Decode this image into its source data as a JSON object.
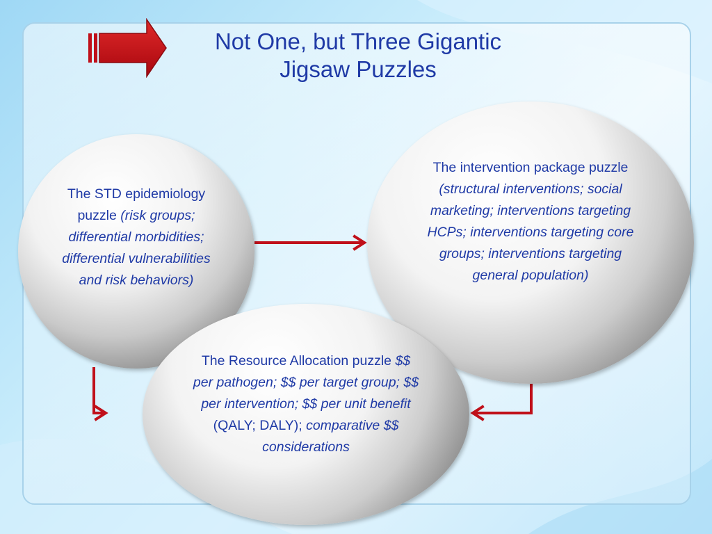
{
  "title": {
    "line1": "Not One, but Three Gigantic",
    "line2": "Jigsaw Puzzles"
  },
  "puzzles": {
    "std": {
      "lead": "The STD epidemiology puzzle",
      "detail": "(risk groups; differential morbidities; differential vulnerabilities and risk behaviors)"
    },
    "intervention": {
      "lead": "The intervention package puzzle",
      "detail": "(structural interventions; social marketing; interventions targeting HCPs; interventions targeting core groups; interventions targeting general population)"
    },
    "resource": {
      "lead": "The Resource Allocation puzzle",
      "detail": "$$ per pathogen; $$ per target group; $$ per intervention; $$ per unit benefit",
      "detail_plain": "(QALY; DALY);",
      "detail_tail": "comparative $$ considerations"
    }
  },
  "colors": {
    "title": "#1f3aa6",
    "text": "#1f3aa6",
    "arrow": "#c0101a",
    "panel_border": "#a8d2ea"
  },
  "icons": {
    "title_arrow": "block-arrow-right-icon",
    "connector": "elbow-arrow-icon"
  }
}
